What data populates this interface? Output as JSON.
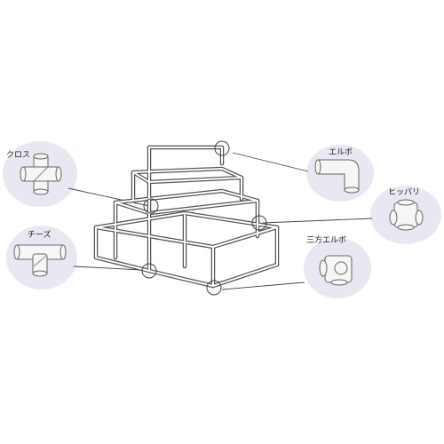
{
  "labels": {
    "cross": "クロス",
    "tee": "チーズ",
    "elbow": "エルボ",
    "hippari": "ヒッパリ",
    "three_way_elbow": "三方エルボ"
  },
  "colors": {
    "bubble": "#e8e8f2",
    "pipe_stroke": "#555555",
    "pipe_fill": "#ffffff",
    "leader": "#444444",
    "fitting_fill": "#f4f4f4",
    "fitting_stroke": "#666666"
  }
}
